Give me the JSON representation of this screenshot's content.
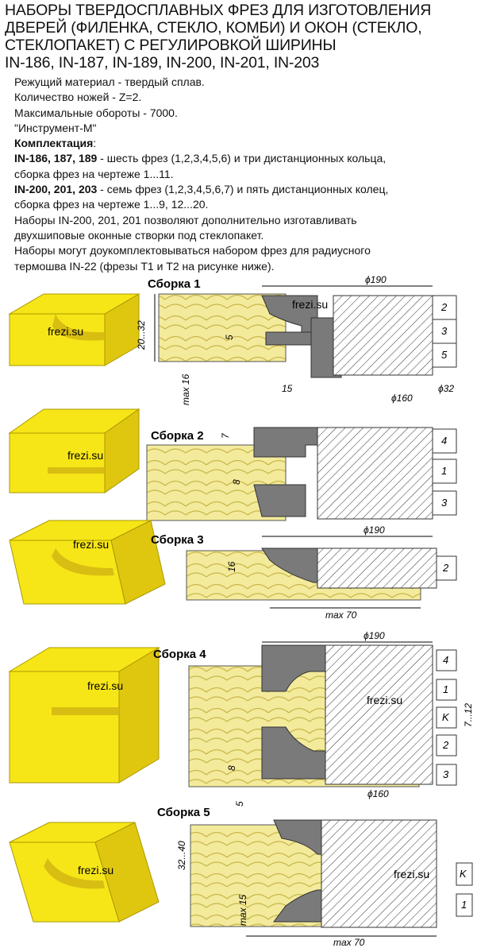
{
  "title": {
    "line1": "НАБОРЫ ТВЕРДОСПЛАВНЫХ ФРЕЗ ДЛЯ ИЗГОТОВЛЕНИЯ",
    "line2": "ДВЕРЕЙ (ФИЛЕНКА, СТЕКЛО, КОМБИ) И ОКОН (СТЕКЛО,",
    "line3": "СТЕКЛОПАКЕТ) С РЕГУЛИРОВКОЙ ШИРИНЫ",
    "line4": "IN-186, IN-187, IN-189, IN-200, IN-201, IN-203"
  },
  "specs": {
    "material": "Режущий материал - твердый сплав.",
    "knives": "Количество ножей - Z=2.",
    "rpm": "Максимальные обороты - 7000.",
    "maker": "\"Инструмент-М\""
  },
  "kit": {
    "heading": "Комплектация",
    "heading_suffix": ":",
    "a_models": "IN-186, 187, 189",
    "a_text": " - шесть фрез (1,2,3,4,5,6) и три дистанционных кольца,",
    "a_text2": "сборка фрез на чертеже 1...11.",
    "b_models": "IN-200, 201, 203",
    "b_text": " - семь фрез (1,2,3,4,5,6,7) и пять дистанционных колец,",
    "b_text2": "сборка фрез на чертеже 1...9, 12...20.",
    "note1": "Наборы IN-200, 201, 201 позволяют дополнительно изготавливать",
    "note2": "двухшиповые оконные створки под стеклопакет.",
    "note3": "Наборы могут доукомплектовываться набором фрез для радиусного",
    "note4": "термошва IN-22 (фрезы Т1 и Т2 на рисунке ниже)."
  },
  "watermark": "frezi.su",
  "assemblies": [
    {
      "label": "Сборка 1",
      "dims": [
        "ϕ190",
        "20...32",
        "5",
        "max 16",
        "15",
        "ϕ160",
        "ϕ32"
      ],
      "cutters": [
        "2",
        "3",
        "5"
      ]
    },
    {
      "label": "Сборка 2",
      "dims": [
        "7",
        "8"
      ],
      "cutters": [
        "4",
        "1",
        "3"
      ]
    },
    {
      "label": "Сборка 3",
      "dims": [
        "ϕ190",
        "16",
        "max 70"
      ],
      "cutters": [
        "2"
      ]
    },
    {
      "label": "Сборка 4",
      "dims": [
        "ϕ190",
        "7...12",
        "8",
        "5",
        "ϕ160"
      ],
      "cutters": [
        "4",
        "1",
        "K",
        "2",
        "3"
      ]
    },
    {
      "label": "Сборка 5",
      "dims": [
        "32...40",
        "max 15",
        "max 70"
      ],
      "cutters": [
        "K",
        "1"
      ]
    }
  ],
  "colors": {
    "wood": "#f3ea9c",
    "grain": "#c9b84a",
    "block": "#f7e617",
    "block_side": "#e0c70f",
    "cutter": "#7a7a7a"
  }
}
